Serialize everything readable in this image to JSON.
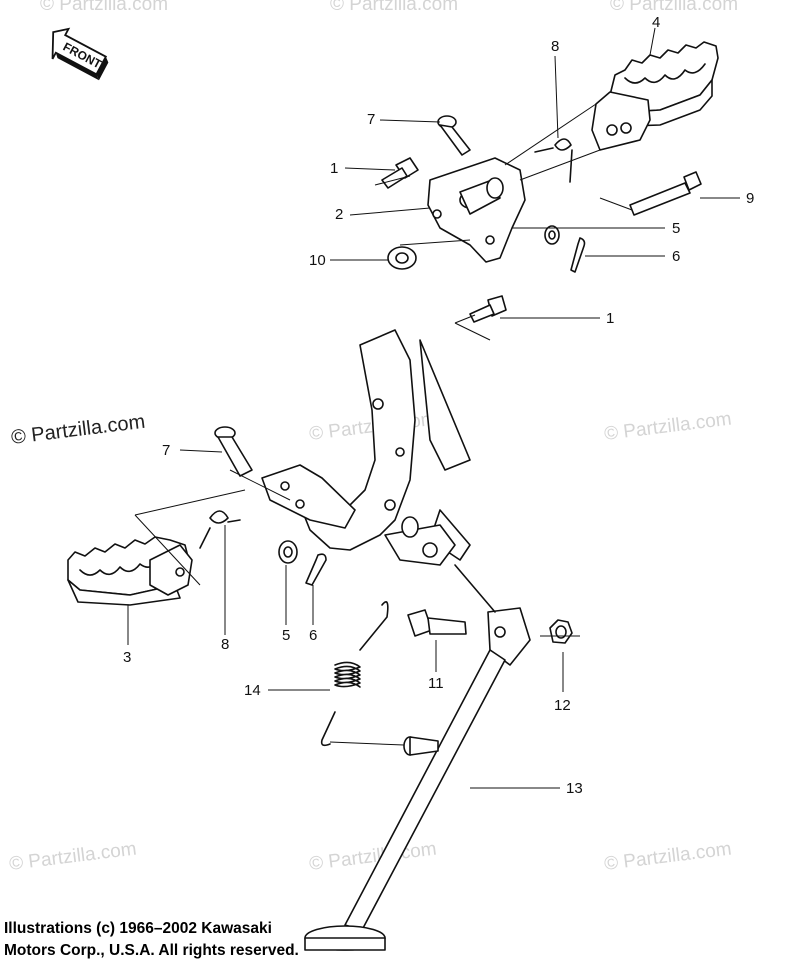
{
  "watermark": "© Partzilla.com",
  "front_label": "FRONT",
  "copyright": {
    "line1": "Illustrations (c) 1966–2002 Kawasaki",
    "line2": "Motors Corp., U.S.A.  All rights reserved."
  },
  "callouts": {
    "c1a": "1",
    "c1b": "1",
    "c2": "2",
    "c3": "3",
    "c4": "4",
    "c5a": "5",
    "c5b": "5",
    "c6a": "6",
    "c6b": "6",
    "c7a": "7",
    "c7b": "7",
    "c8a": "8",
    "c8b": "8",
    "c9": "9",
    "c10": "10",
    "c11": "11",
    "c12": "12",
    "c13": "13",
    "c14": "14"
  }
}
